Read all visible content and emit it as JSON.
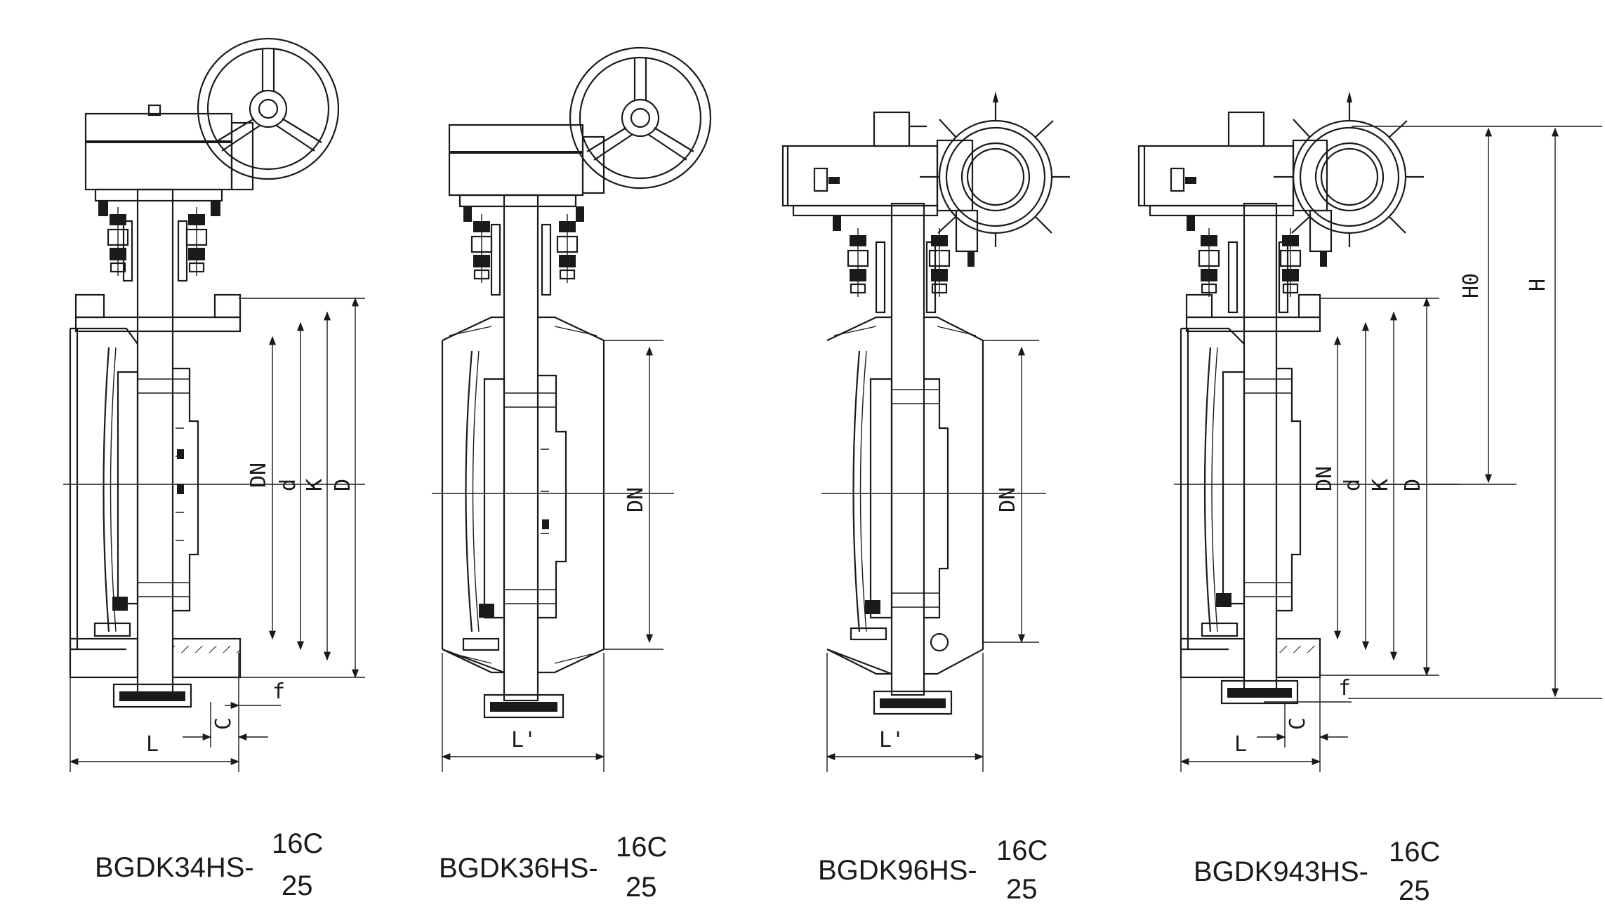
{
  "variants": [
    {
      "model_prefix": "BGDK34HS-",
      "pressure_top": "16C",
      "pressure_bottom": "25",
      "actuator": "handwheel",
      "connection": "flanged",
      "dims": {
        "length": "L",
        "c": "C",
        "f": "f",
        "dn": "DN",
        "d": "d",
        "k": "K",
        "D": "D"
      }
    },
    {
      "model_prefix": "BGDK36HS-",
      "pressure_top": "16C",
      "pressure_bottom": "25",
      "actuator": "handwheel",
      "connection": "butt-weld",
      "dims": {
        "length": "L'",
        "dn": "DN"
      }
    },
    {
      "model_prefix": "BGDK96HS-",
      "pressure_top": "16C",
      "pressure_bottom": "25",
      "actuator": "electric",
      "connection": "butt-weld",
      "dims": {
        "length": "L'",
        "dn": "DN"
      }
    },
    {
      "model_prefix": "BGDK943HS-",
      "pressure_top": "16C",
      "pressure_bottom": "25",
      "actuator": "electric",
      "connection": "flanged",
      "dims": {
        "length": "L",
        "c": "C",
        "f": "f",
        "dn": "DN",
        "d": "d",
        "k": "K",
        "D": "D",
        "h0": "H0",
        "h": "H"
      }
    }
  ],
  "colors": {
    "ink": "#1a1a1a",
    "paper": "#ffffff"
  }
}
